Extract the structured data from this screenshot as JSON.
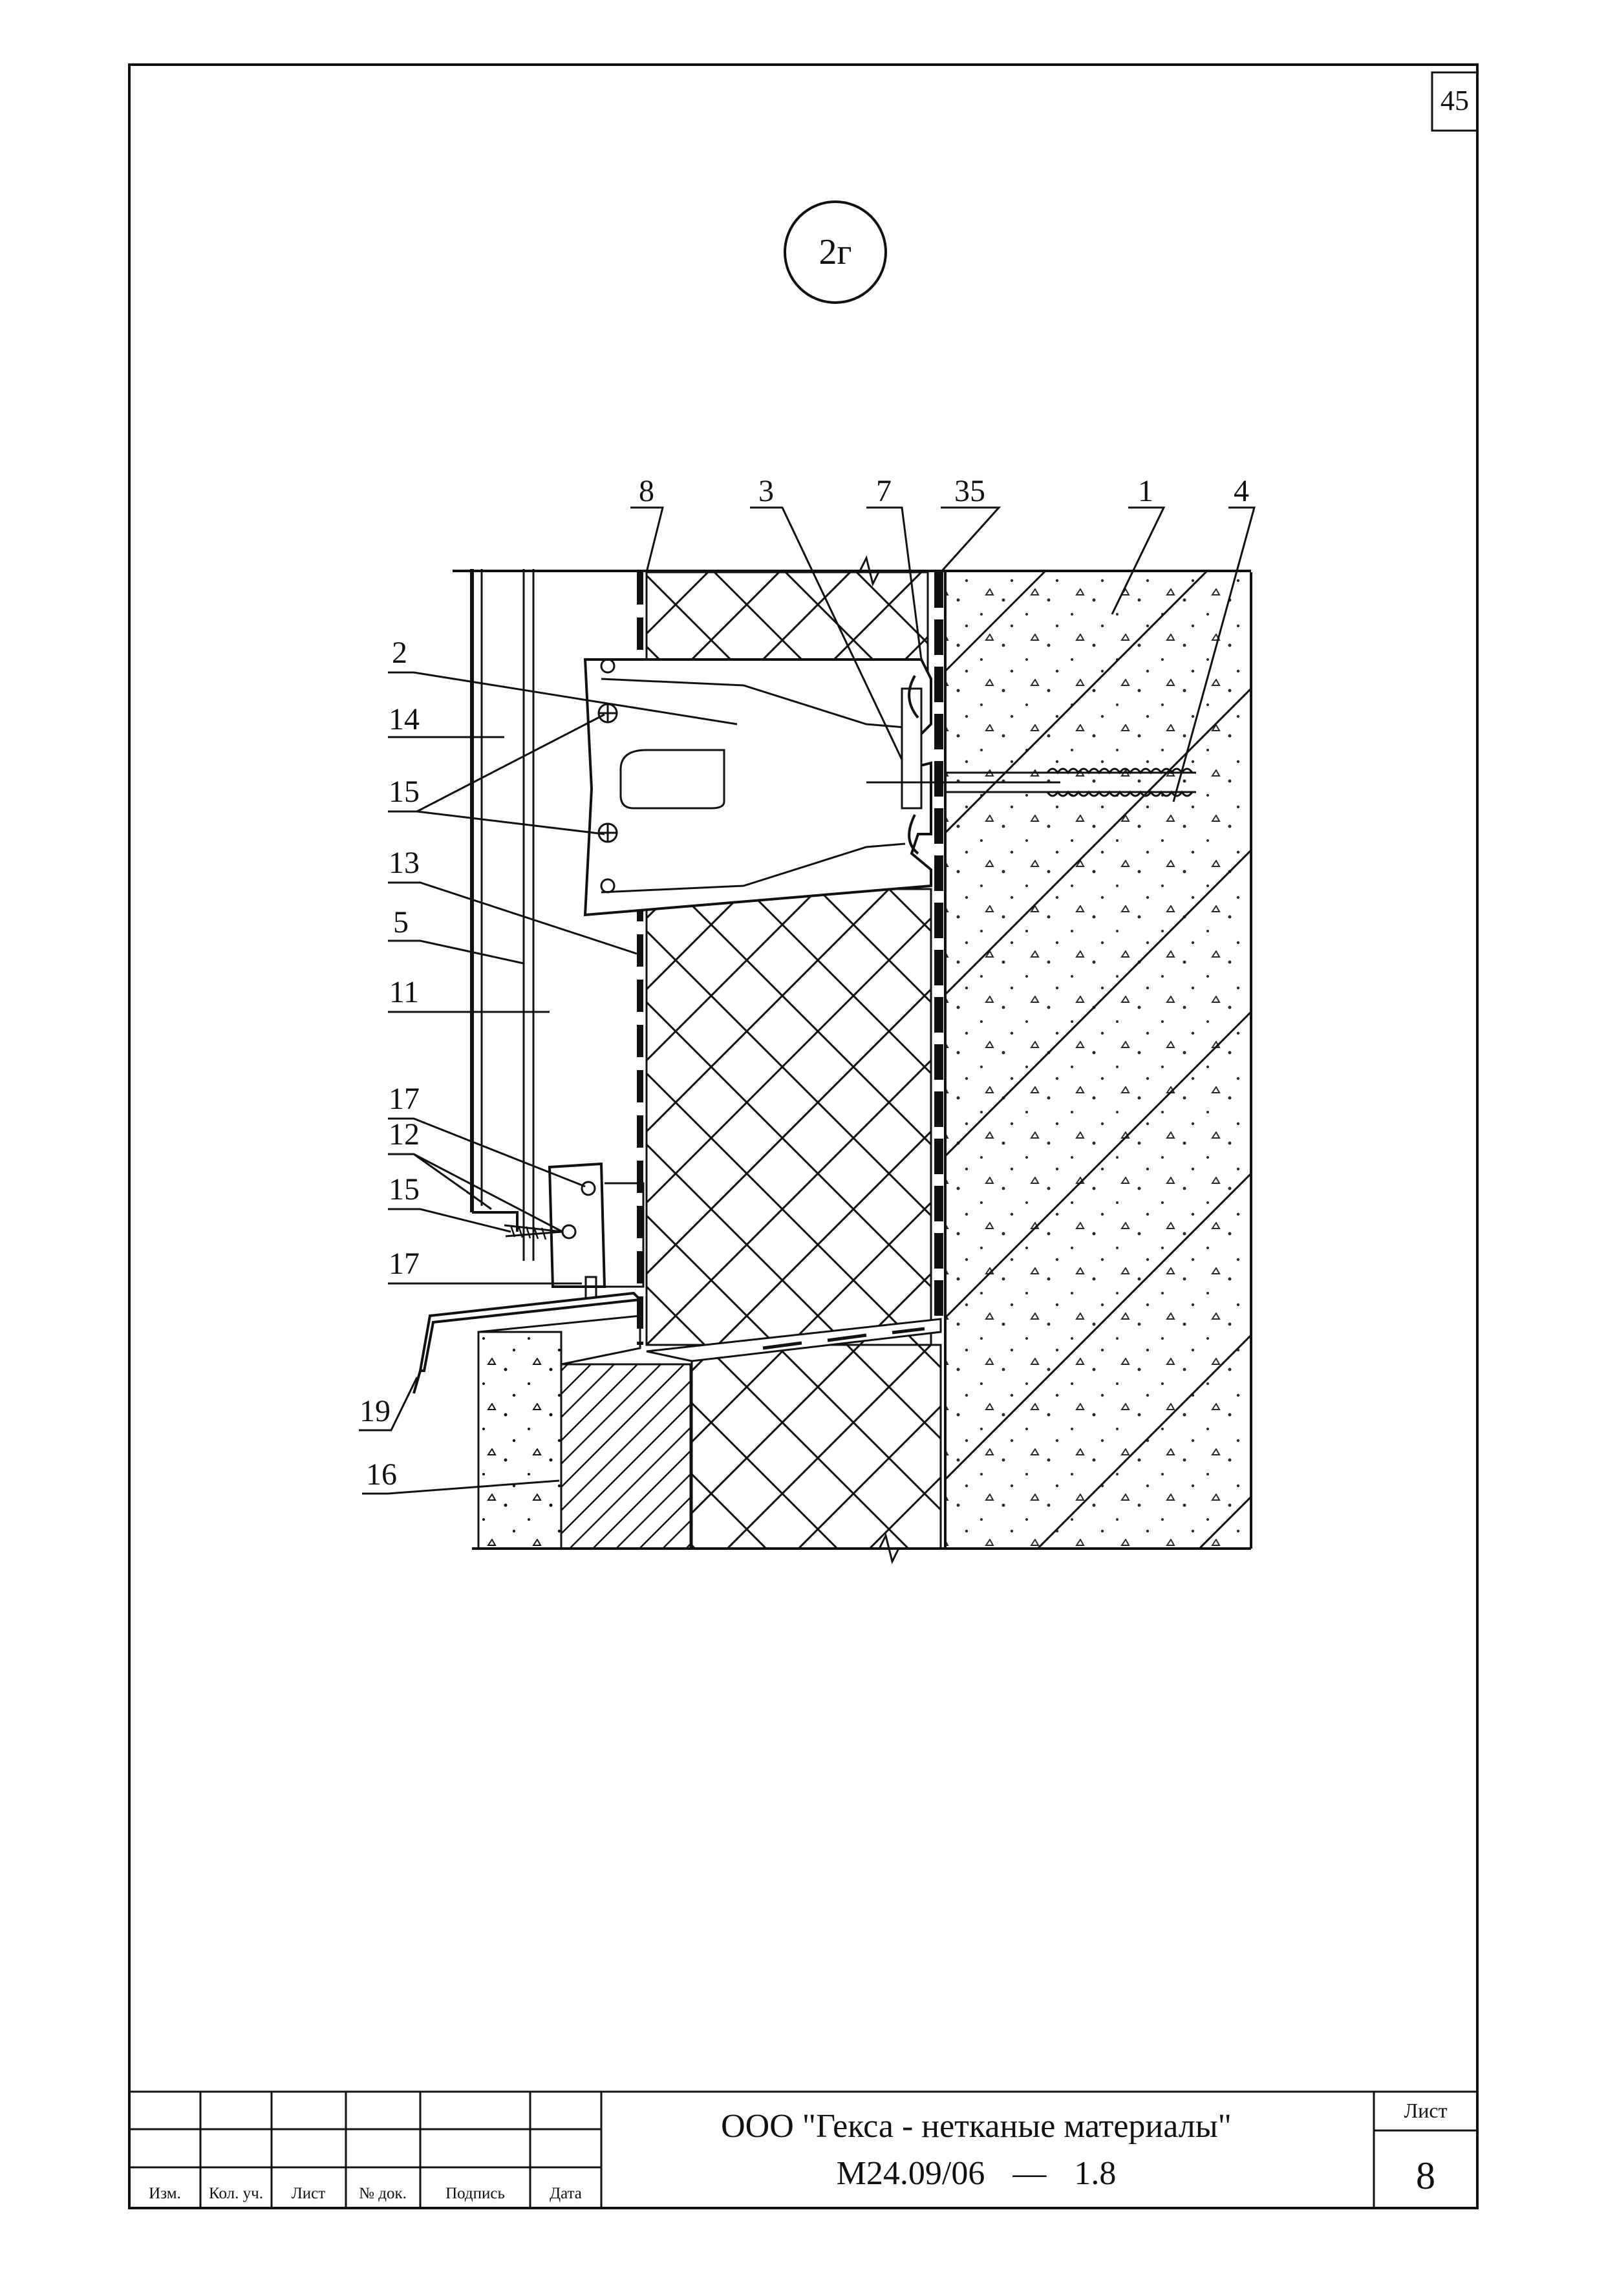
{
  "page_number": "45",
  "detail_mark": "2г",
  "callouts": {
    "c8": "8",
    "c3": "3",
    "c7": "7",
    "c35": "35",
    "c1": "1",
    "c4": "4",
    "c2": "2",
    "c14": "14",
    "c15a": "15",
    "c13": "13",
    "c5": "5",
    "c11": "11",
    "c17a": "17",
    "c12": "12",
    "c15b": "15",
    "c17b": "17",
    "c19": "19",
    "c16": "16"
  },
  "title_block": {
    "organization": "ООО \"Гекса - нетканые материалы\"",
    "document_code": "М24.09/06",
    "dash": "—",
    "section": "1.8",
    "sheet_label": "Лист",
    "sheet_number": "8",
    "columns": [
      "Изм.",
      "Кол. уч.",
      "Лист",
      "№ док.",
      "Подпись",
      "Дата"
    ]
  }
}
